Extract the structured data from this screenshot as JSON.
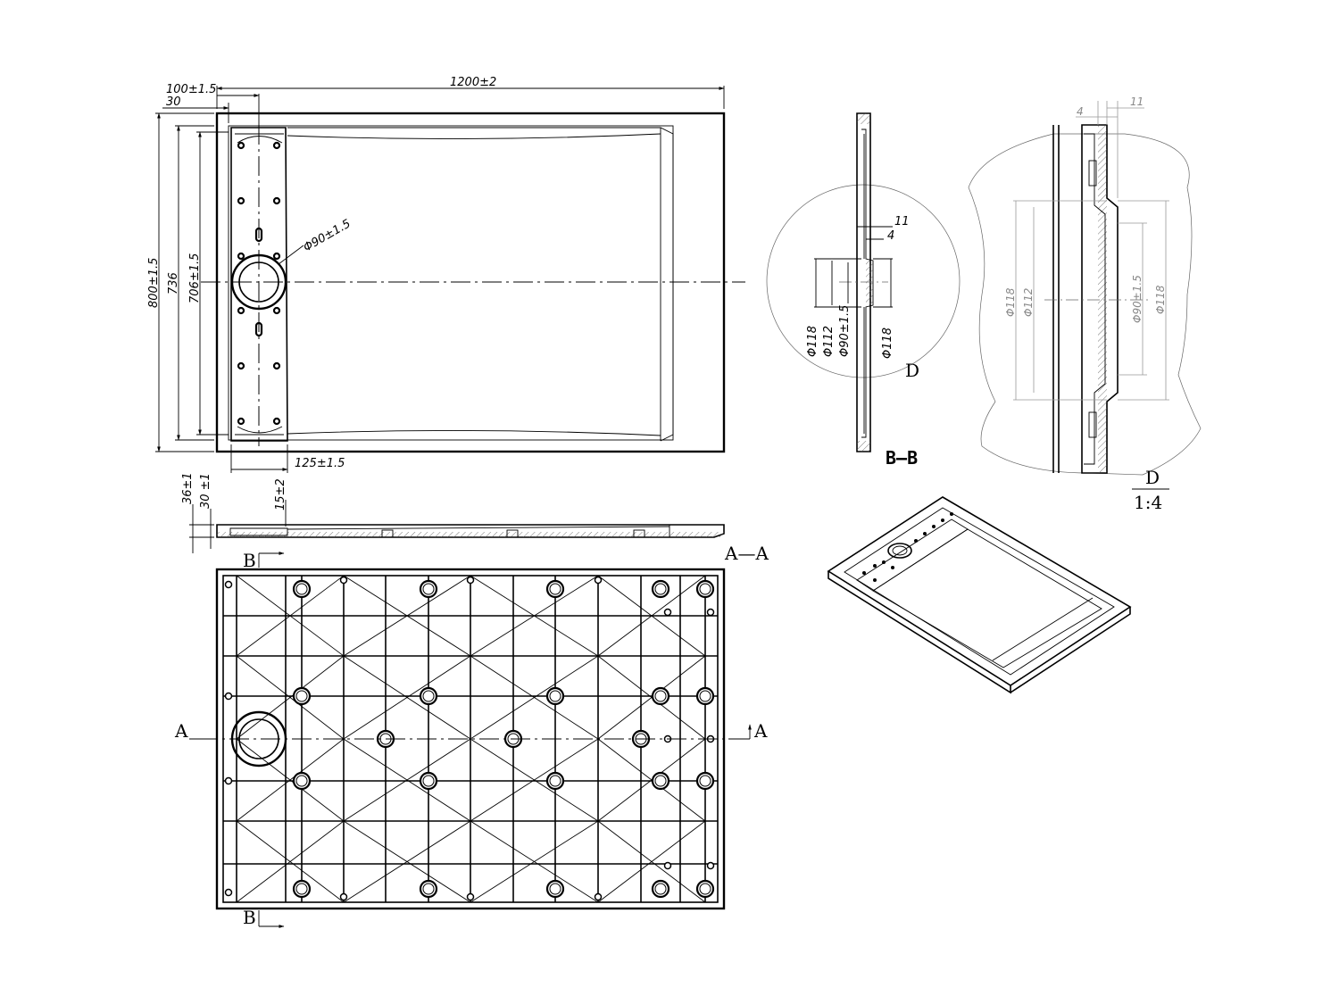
{
  "top_view": {
    "dims": {
      "overall_length": "1200±2",
      "edge_offset": "100±1.5",
      "flange": "30",
      "overall_width": "800±1.5",
      "inner_width_736": "736",
      "inner_width_706": "706±1.5",
      "drain_offset": "125±1.5",
      "drain_diameter": "Φ90±1.5"
    }
  },
  "side_view": {
    "dims": {
      "height_36": "36±1",
      "height_30": "30 ±1",
      "slope": "15±2"
    },
    "section_label": "A—A"
  },
  "bottom_view": {
    "section_marks": {
      "left_a": "A",
      "right_a": "A",
      "top_b": "B",
      "bottom_b": "B"
    }
  },
  "section_bb": {
    "label": "B—B",
    "dims": {
      "d118_left": "Φ118",
      "d112": "Φ112",
      "d90": "Φ90±1.5",
      "d118_right": "Φ118",
      "w11": "11",
      "w4": "4"
    },
    "detail_mark": "D"
  },
  "detail_d": {
    "label": "D",
    "scale": "1:4",
    "dims": {
      "w4": "4",
      "w11": "11",
      "d118_left": "Φ118",
      "d112": "Φ112",
      "d90": "Φ90±1.5",
      "d118_right": "Φ118"
    }
  }
}
